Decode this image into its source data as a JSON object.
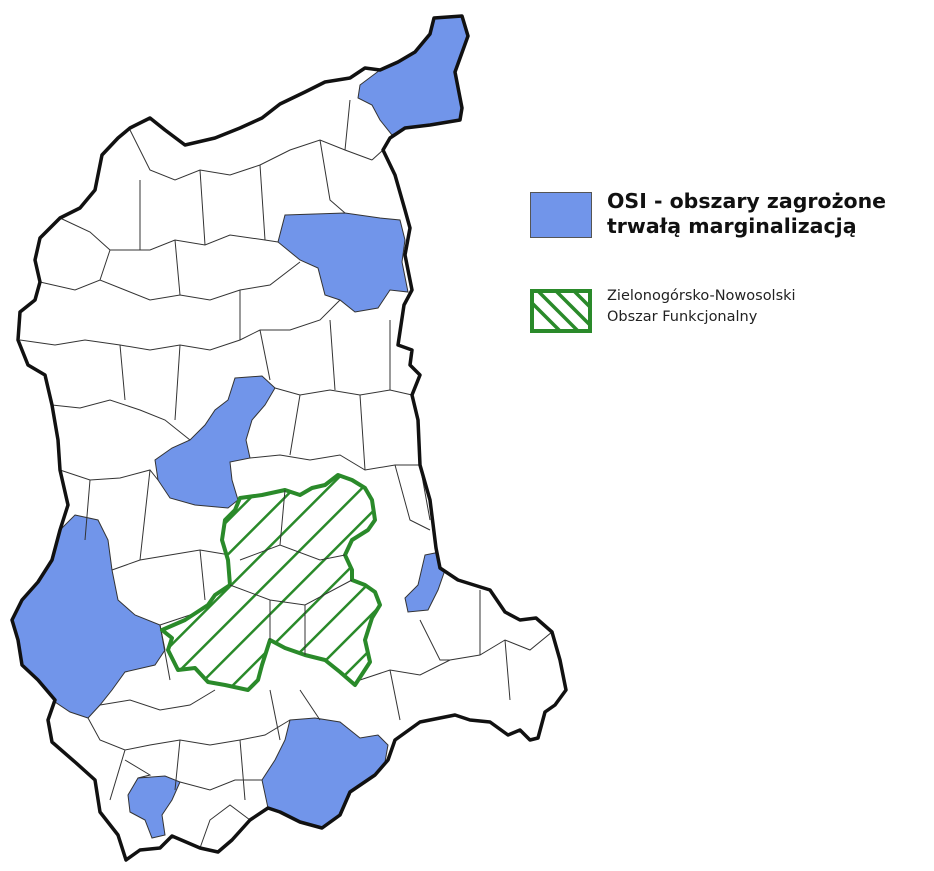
{
  "legend": {
    "osi": {
      "line1": "OSI - obszary zagrożone",
      "line2": "trwałą marginalizacją",
      "color": "#7195ea"
    },
    "functional_area": {
      "line1": "Zielonogórsko-Nowosolski",
      "line2": "Obszar Funkcjonalny",
      "color": "#2a8a2a"
    }
  },
  "colors": {
    "background": "#ffffff",
    "border": "#111111",
    "internal_border": "#333333"
  }
}
